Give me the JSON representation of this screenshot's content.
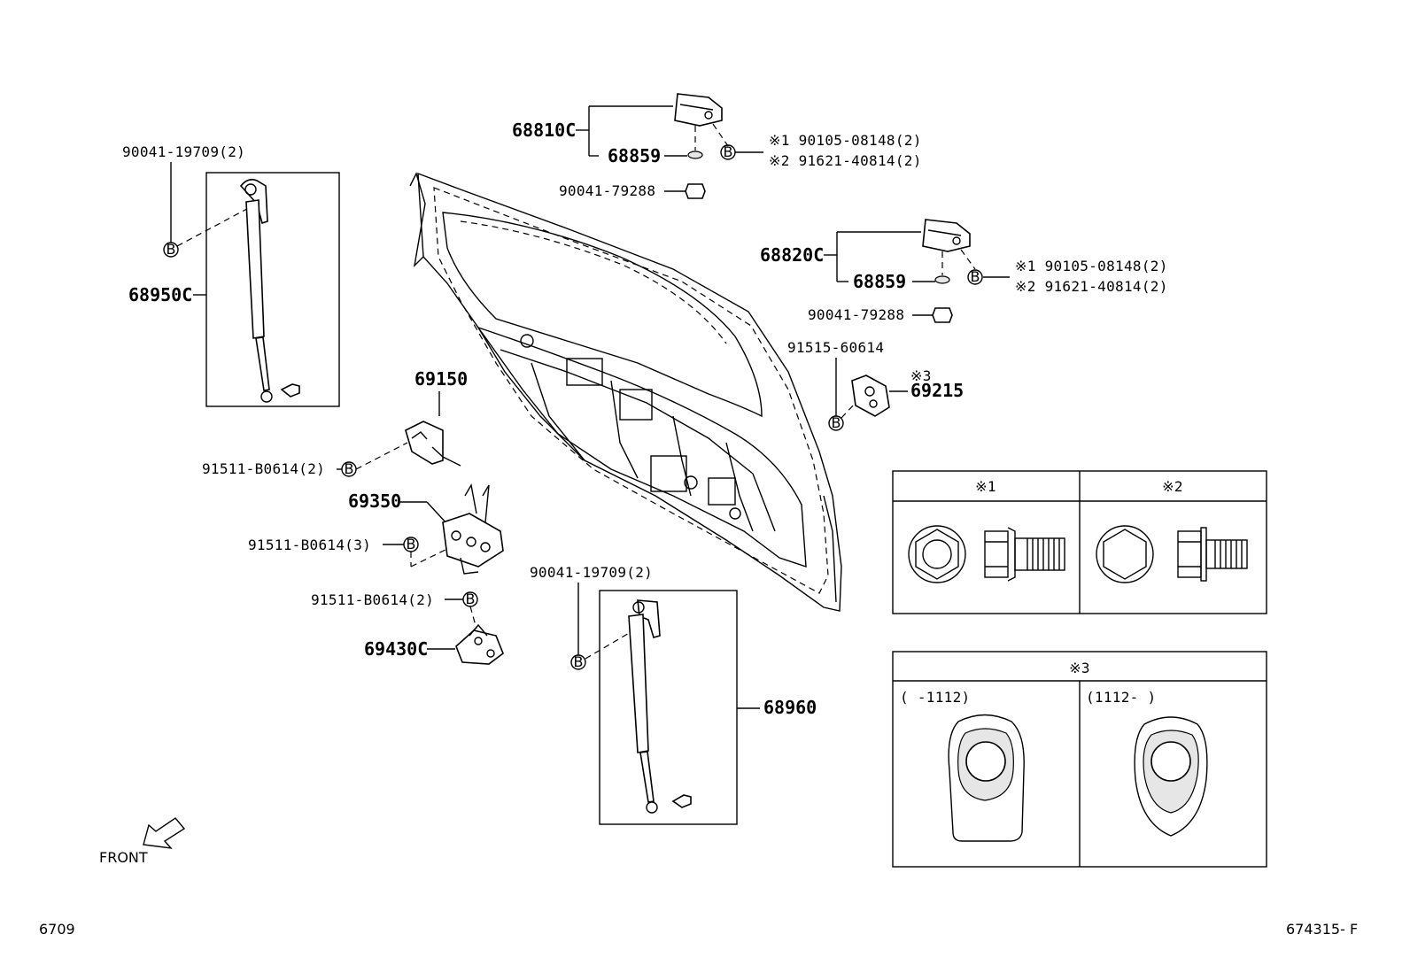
{
  "labels": {
    "p68810c": "68810C",
    "p68859a": "68859",
    "p90041_79288a": "90041-79288",
    "p68820c": "68820C",
    "p68859b": "68859",
    "p90041_79288b": "90041-79288",
    "ref1a": "※1 90105-08148(2)",
    "ref2a": "※2 91621-40814(2)",
    "ref1b": "※1 90105-08148(2)",
    "ref2b": "※2 91621-40814(2)",
    "p90041_19709a": "90041-19709(2)",
    "p68950c": "68950C",
    "p69150": "69150",
    "p91511_2a": "91511-B0614(2)",
    "p69350": "69350",
    "p91511_3": "91511-B0614(3)",
    "p91511_2b": "91511-B0614(2)",
    "p69430c": "69430C",
    "p90041_19709b": "90041-19709(2)",
    "p68960": "68960",
    "p91515": "91515-60614",
    "ref3": "※3",
    "p69215": "69215",
    "bolt_marker": "B",
    "front": "FRONT",
    "page_left": "6709",
    "page_right": "674315- F"
  },
  "table1": {
    "col1": "※1",
    "col2": "※2"
  },
  "table3": {
    "title": "※3",
    "left_range": "(    -1112)",
    "right_range": "(1112-    )"
  }
}
